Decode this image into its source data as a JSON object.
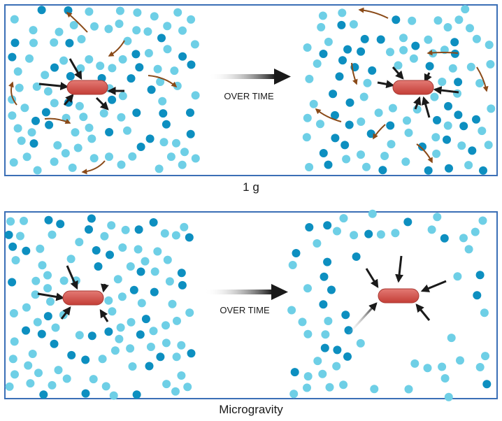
{
  "panels": [
    {
      "id": "one_g",
      "caption": "1 g",
      "arrow_label": "OVER TIME"
    },
    {
      "id": "microgravity",
      "caption": "Microgravity",
      "arrow_label": "OVER TIME"
    }
  ],
  "colors": {
    "frame": "#3b6fb6",
    "molecule_light": "#6ecfe6",
    "molecule_dark": "#0d8fc0",
    "cell": "#d9534f",
    "brownian_arrow": "#8a4a18",
    "arrow": "#1a1a1a"
  }
}
